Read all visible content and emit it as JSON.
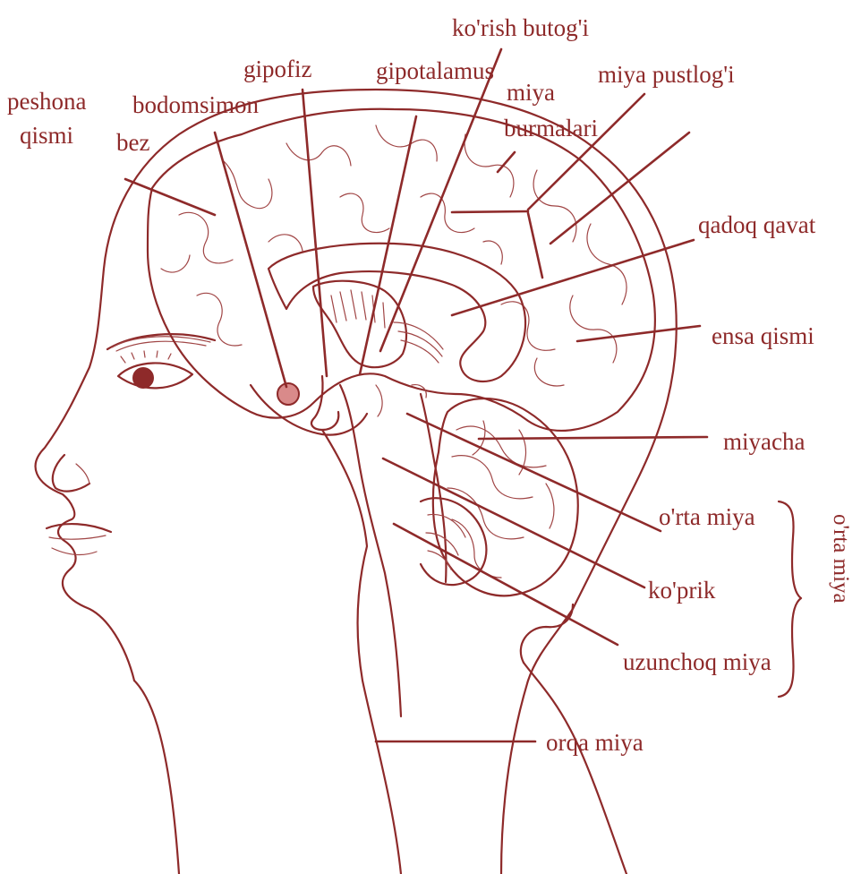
{
  "colors": {
    "ink": "#8e2a2a",
    "background": "#ffffff",
    "gland": "#d98a8a"
  },
  "labels": {
    "peshona_qismi_1": "peshona",
    "peshona_qismi_2": "qismi",
    "bodomsimon_bez_1": "bodomsimon",
    "bodomsimon_bez_2": "bez",
    "gipofiz": "gipofiz",
    "gipotalamus": "gipotalamus",
    "korish_butogi": "ko'rish butog'i",
    "miya_burmalari_1": "miya",
    "miya_burmalari_2": "burmalari",
    "miya_pustlogi": "miya pustlog'i",
    "qadoq_qavat": "qadoq qavat",
    "ensa_qismi": "ensa qismi",
    "miyacha": "miyacha",
    "orta_miya": "o'rta miya",
    "koprik": "ko'prik",
    "uzunchoq_miya": "uzunchoq miya",
    "orqa_miya": "orqa miya",
    "orta_miya_bracket": "o'rta miya"
  }
}
